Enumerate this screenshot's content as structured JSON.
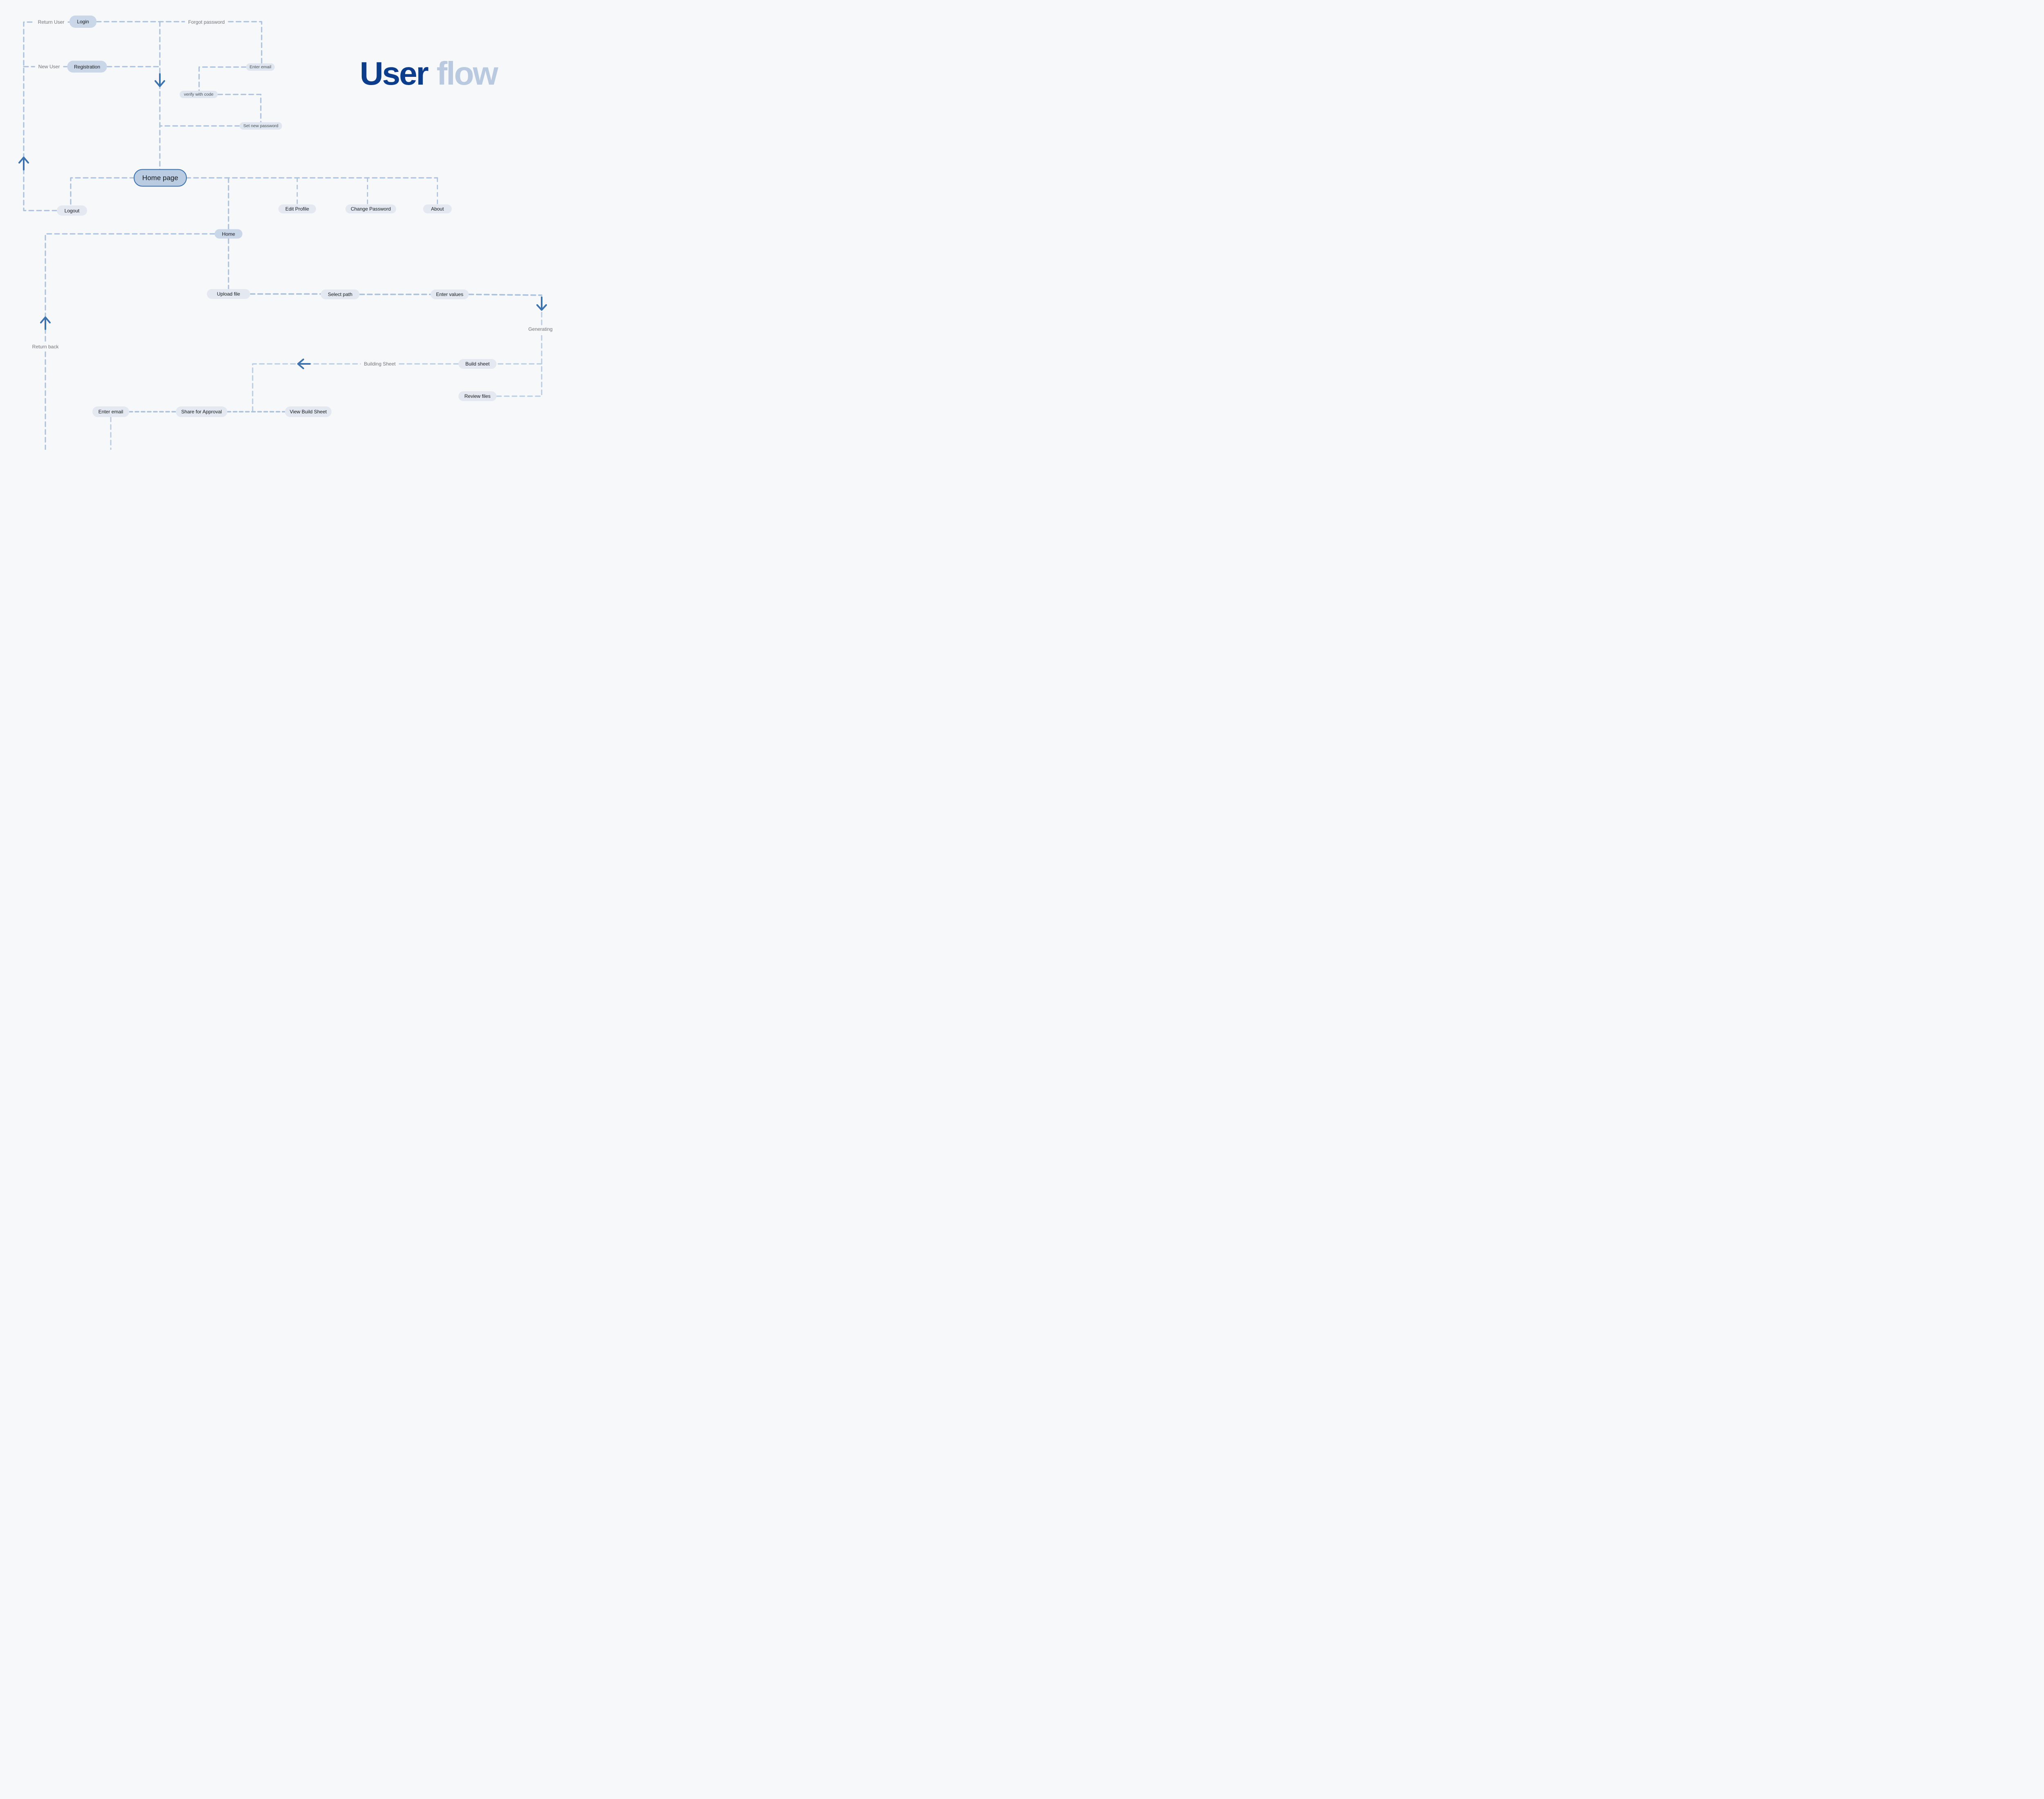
{
  "title": {
    "word_primary": "User",
    "word_secondary": "flow"
  },
  "colors": {
    "background": "#f7f8f9",
    "title_primary": "#0c3d8d",
    "title_secondary": "#b8c9e0",
    "node_fill_default": "#e3e8f1",
    "node_fill_medium": "#c9d7e8",
    "node_fill_primary": "#b9cce2",
    "node_border_primary": "#3a70ae",
    "dashed_line": "#a9c1dc",
    "dashed_line_light": "#b9cce2",
    "arrow": "#3d72b1",
    "edge_label_text": "#707478",
    "node_text": "#16181b"
  },
  "nodes": {
    "login": {
      "label": "Login"
    },
    "registration": {
      "label": "Registration"
    },
    "enter_email_top": {
      "label": "Enter email"
    },
    "verify_with_code": {
      "label": "verify with code"
    },
    "set_new_password": {
      "label": "Set new password"
    },
    "home_page": {
      "label": "Home page"
    },
    "logout": {
      "label": "Logout"
    },
    "edit_profile": {
      "label": "Edit Profile"
    },
    "change_password": {
      "label": "Change Password"
    },
    "about": {
      "label": "About"
    },
    "home": {
      "label": "Home"
    },
    "upload_file": {
      "label": "Upload file"
    },
    "select_path": {
      "label": "Select path"
    },
    "enter_values": {
      "label": "Enter values"
    },
    "build_sheet": {
      "label": "Build sheet"
    },
    "review_files": {
      "label": "Review files"
    },
    "view_build_sheet": {
      "label": "View Build Sheet"
    },
    "share_for_approval": {
      "label": "Share for Approval"
    },
    "enter_email_bottom": {
      "label": "Enter email"
    }
  },
  "edge_labels": {
    "return_user": {
      "text": "Return User"
    },
    "new_user": {
      "text": "New User"
    },
    "forgot_password": {
      "text": "Forgot password"
    },
    "generating": {
      "text": "Generating"
    },
    "building_sheet": {
      "text": "Building Sheet"
    },
    "return_back": {
      "text": "Return back"
    }
  }
}
